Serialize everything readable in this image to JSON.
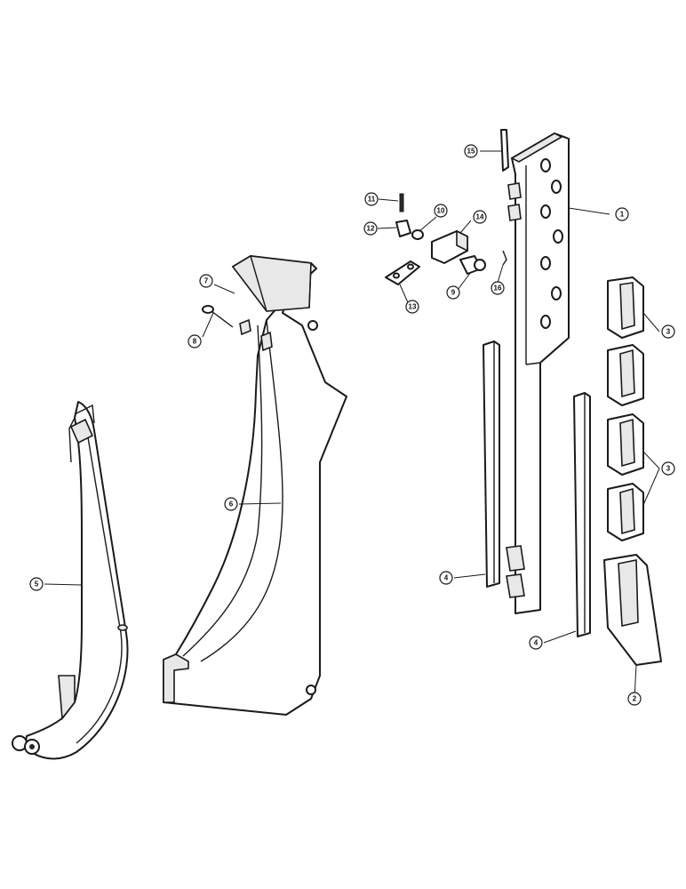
{
  "callouts": [
    {
      "label": "1"
    },
    {
      "label": "2"
    },
    {
      "label": "3"
    },
    {
      "label": "3"
    },
    {
      "label": "4"
    },
    {
      "label": "4"
    },
    {
      "label": "5"
    },
    {
      "label": "6"
    },
    {
      "label": "7"
    },
    {
      "label": "8"
    },
    {
      "label": "9"
    },
    {
      "label": "10"
    },
    {
      "label": "11"
    },
    {
      "label": "12"
    },
    {
      "label": "13"
    },
    {
      "label": "14"
    },
    {
      "label": "15"
    },
    {
      "label": "16"
    }
  ]
}
